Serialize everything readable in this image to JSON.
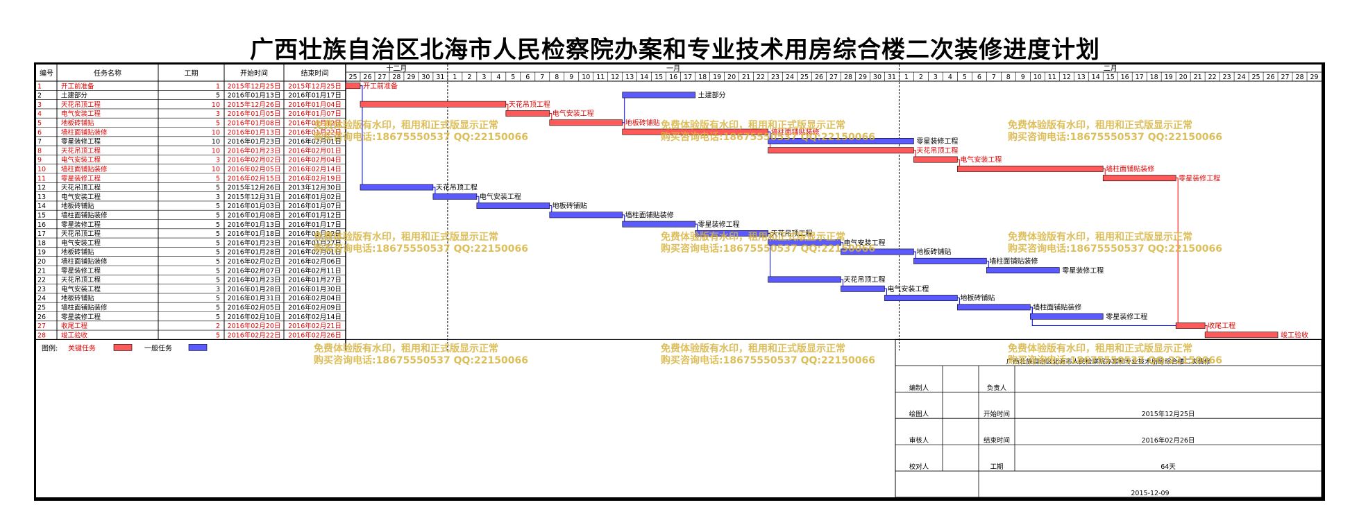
{
  "title": "广西壮族自治区北海市人民检察院办案和专业技术用房综合楼二次装修进度计划",
  "colors": {
    "critical": "#ff5a5a",
    "normal": "#5a5aff",
    "critical_text": "#e00000",
    "link_critical": "#ff0000",
    "link_normal": "#0000ff"
  },
  "headers": {
    "id": "编号",
    "name": "任务名称",
    "duration": "工期",
    "start": "开始时间",
    "end": "结束时间"
  },
  "months": [
    {
      "label": "十二月",
      "days": [
        "25",
        "26",
        "27",
        "28",
        "29",
        "30",
        "31"
      ]
    },
    {
      "label": "一月",
      "days": [
        "1",
        "2",
        "3",
        "4",
        "5",
        "6",
        "7",
        "8",
        "9",
        "10",
        "11",
        "12",
        "13",
        "14",
        "15",
        "16",
        "17",
        "18",
        "19",
        "20",
        "21",
        "22",
        "23",
        "24",
        "25",
        "26",
        "27",
        "28",
        "29",
        "30",
        "31"
      ]
    },
    {
      "label": "二月",
      "days": [
        "1",
        "2",
        "3",
        "4",
        "5",
        "6",
        "7",
        "8",
        "9",
        "10",
        "11",
        "12",
        "13",
        "14",
        "15",
        "16",
        "17",
        "18",
        "19",
        "20",
        "21",
        "22",
        "23",
        "24",
        "25",
        "26",
        "27",
        "28",
        "29"
      ]
    }
  ],
  "chart_data": {
    "type": "gantt",
    "timeline_start": "2015-12-25",
    "timeline_end": "2016-02-29",
    "tasks": [
      {
        "id": "1",
        "name": "开工前准备",
        "duration": "1",
        "start": "2015年12月25日",
        "end": "2015年12月25日",
        "critical": true,
        "bar_start": "2015-12-25",
        "bar_end": "2015-12-25",
        "bar_label": "开工前准备"
      },
      {
        "id": "2",
        "name": "土建部分",
        "duration": "5",
        "start": "2016年01月13日",
        "end": "2016年01月17日",
        "critical": false,
        "bar_start": "2016-01-13",
        "bar_end": "2016-01-17",
        "bar_label": "土建部分"
      },
      {
        "id": "3",
        "name": "天花吊顶工程",
        "duration": "10",
        "start": "2015年12月26日",
        "end": "2016年01月04日",
        "critical": true,
        "bar_start": "2015-12-26",
        "bar_end": "2016-01-04",
        "bar_label": "天花吊顶工程"
      },
      {
        "id": "4",
        "name": "电气安装工程",
        "duration": "3",
        "start": "2016年01月05日",
        "end": "2016年01月07日",
        "critical": true,
        "bar_start": "2016-01-05",
        "bar_end": "2016-01-07",
        "bar_label": "电气安装工程"
      },
      {
        "id": "5",
        "name": "地板砖铺贴",
        "duration": "5",
        "start": "2016年01月08日",
        "end": "2016年01月12日",
        "critical": true,
        "bar_start": "2016-01-08",
        "bar_end": "2016-01-12",
        "bar_label": "地板砖铺贴"
      },
      {
        "id": "6",
        "name": "墙柱面铺贴装修",
        "duration": "10",
        "start": "2016年01月13日",
        "end": "2016年01月22日",
        "critical": true,
        "bar_start": "2016-01-13",
        "bar_end": "2016-01-22",
        "bar_label": "墙柱面铺贴装修"
      },
      {
        "id": "7",
        "name": "零星装修工程",
        "duration": "10",
        "start": "2016年01月23日",
        "end": "2016年02月01日",
        "critical": false,
        "bar_start": "2016-01-23",
        "bar_end": "2016-02-01",
        "bar_label": "零星装修工程"
      },
      {
        "id": "8",
        "name": "天花吊顶工程",
        "duration": "10",
        "start": "2016年01月23日",
        "end": "2016年02月01日",
        "critical": true,
        "bar_start": "2016-01-23",
        "bar_end": "2016-02-01",
        "bar_label": "天花吊顶工程"
      },
      {
        "id": "9",
        "name": "电气安装工程",
        "duration": "3",
        "start": "2016年02月02日",
        "end": "2016年02月04日",
        "critical": true,
        "bar_start": "2016-02-02",
        "bar_end": "2016-02-04",
        "bar_label": "电气安装工程"
      },
      {
        "id": "10",
        "name": "墙柱面铺贴装修",
        "duration": "10",
        "start": "2016年02月05日",
        "end": "2016年02月14日",
        "critical": true,
        "bar_start": "2016-02-05",
        "bar_end": "2016-02-14",
        "bar_label": "墙柱面铺贴装修"
      },
      {
        "id": "11",
        "name": "零星装修工程",
        "duration": "5",
        "start": "2016年02月15日",
        "end": "2016年02月19日",
        "critical": true,
        "bar_start": "2016-02-15",
        "bar_end": "2016-02-19",
        "bar_label": "零星装修工程"
      },
      {
        "id": "12",
        "name": "天花吊顶工程",
        "duration": "5",
        "start": "2015年12月26日",
        "end": "2013年12月30日",
        "critical": false,
        "bar_start": "2015-12-26",
        "bar_end": "2015-12-30",
        "bar_label": "天花吊顶工程"
      },
      {
        "id": "13",
        "name": "电气安装工程",
        "duration": "3",
        "start": "2015年12月31日",
        "end": "2016年01月02日",
        "critical": false,
        "bar_start": "2015-12-31",
        "bar_end": "2016-01-02",
        "bar_label": "电气安装工程"
      },
      {
        "id": "14",
        "name": "地板砖铺贴",
        "duration": "5",
        "start": "2016年01月03日",
        "end": "2016年01月07日",
        "critical": false,
        "bar_start": "2016-01-03",
        "bar_end": "2016-01-07",
        "bar_label": "地板砖铺贴"
      },
      {
        "id": "15",
        "name": "墙柱面铺贴装修",
        "duration": "5",
        "start": "2016年01月08日",
        "end": "2016年01月12日",
        "critical": false,
        "bar_start": "2016-01-08",
        "bar_end": "2016-01-12",
        "bar_label": "墙柱面铺贴装修"
      },
      {
        "id": "16",
        "name": "零星装修工程",
        "duration": "5",
        "start": "2016年01月13日",
        "end": "2016年01月17日",
        "critical": false,
        "bar_start": "2016-01-13",
        "bar_end": "2016-01-17",
        "bar_label": "零星装修工程"
      },
      {
        "id": "17",
        "name": "天花吊顶工程",
        "duration": "5",
        "start": "2016年01月18日",
        "end": "2016年01月22日",
        "critical": false,
        "bar_start": "2016-01-18",
        "bar_end": "2016-01-22",
        "bar_label": "天花吊顶工程"
      },
      {
        "id": "18",
        "name": "电气安装工程",
        "duration": "5",
        "start": "2016年01月23日",
        "end": "2016年01月27日",
        "critical": false,
        "bar_start": "2016-01-23",
        "bar_end": "2016-01-27",
        "bar_label": "电气安装工程"
      },
      {
        "id": "19",
        "name": "地板砖铺贴",
        "duration": "5",
        "start": "2016年01月28日",
        "end": "2016年02月01日",
        "critical": false,
        "bar_start": "2016-01-28",
        "bar_end": "2016-02-01",
        "bar_label": "地板砖铺贴"
      },
      {
        "id": "20",
        "name": "墙柱面铺贴装修",
        "duration": "5",
        "start": "2016年02月02日",
        "end": "2016年02月06日",
        "critical": false,
        "bar_start": "2016-02-02",
        "bar_end": "2016-02-06",
        "bar_label": "墙柱面铺贴装修"
      },
      {
        "id": "21",
        "name": "零星装修工程",
        "duration": "5",
        "start": "2016年02月07日",
        "end": "2016年02月11日",
        "critical": false,
        "bar_start": "2016-02-07",
        "bar_end": "2016-02-11",
        "bar_label": "零星装修工程"
      },
      {
        "id": "22",
        "name": "天花吊顶工程",
        "duration": "5",
        "start": "2016年01月23日",
        "end": "2016年01月27日",
        "critical": false,
        "bar_start": "2016-01-23",
        "bar_end": "2016-01-27",
        "bar_label": "天花吊顶工程"
      },
      {
        "id": "23",
        "name": "电气安装工程",
        "duration": "3",
        "start": "2016年01月28日",
        "end": "2016年01月30日",
        "critical": false,
        "bar_start": "2016-01-28",
        "bar_end": "2016-01-30",
        "bar_label": "电气安装工程"
      },
      {
        "id": "24",
        "name": "地板砖铺贴",
        "duration": "5",
        "start": "2016年01月31日",
        "end": "2016年02月04日",
        "critical": false,
        "bar_start": "2016-01-31",
        "bar_end": "2016-02-04",
        "bar_label": "地板砖铺贴"
      },
      {
        "id": "25",
        "name": "墙柱面铺贴装修",
        "duration": "5",
        "start": "2016年02月05日",
        "end": "2016年02月09日",
        "critical": false,
        "bar_start": "2016-02-05",
        "bar_end": "2016-02-09",
        "bar_label": "墙柱面铺贴装修"
      },
      {
        "id": "26",
        "name": "零星装修工程",
        "duration": "5",
        "start": "2016年02月10日",
        "end": "2016年02月14日",
        "critical": false,
        "bar_start": "2016-02-10",
        "bar_end": "2016-02-14",
        "bar_label": "零星装修工程"
      },
      {
        "id": "27",
        "name": "收尾工程",
        "duration": "2",
        "start": "2016年02月20日",
        "end": "2016年02月21日",
        "critical": true,
        "bar_start": "2016-02-20",
        "bar_end": "2016-02-21",
        "bar_label": "收尾工程"
      },
      {
        "id": "28",
        "name": "竣工验收",
        "duration": "5",
        "start": "2016年02月22日",
        "end": "2016年02月26日",
        "critical": true,
        "bar_start": "2016-02-22",
        "bar_end": "2016-02-26",
        "bar_label": "竣工验收"
      }
    ],
    "links": [
      [
        1,
        3
      ],
      [
        1,
        12
      ],
      [
        3,
        4
      ],
      [
        4,
        5
      ],
      [
        5,
        6
      ],
      [
        5,
        2
      ],
      [
        6,
        8
      ],
      [
        6,
        7
      ],
      [
        8,
        9
      ],
      [
        9,
        10
      ],
      [
        10,
        11
      ],
      [
        11,
        27
      ],
      [
        27,
        28
      ],
      [
        12,
        13
      ],
      [
        13,
        14
      ],
      [
        14,
        15
      ],
      [
        15,
        16
      ],
      [
        16,
        17
      ],
      [
        17,
        18
      ],
      [
        18,
        19
      ],
      [
        19,
        20
      ],
      [
        20,
        21
      ],
      [
        17,
        22
      ],
      [
        22,
        23
      ],
      [
        23,
        24
      ],
      [
        24,
        25
      ],
      [
        25,
        26
      ],
      [
        25,
        27
      ]
    ]
  },
  "legend": {
    "label": "图例:",
    "critical": "关键任务",
    "normal": "一般任务"
  },
  "info": {
    "project_name": "广西壮族自治区北海市人民检察院办案和专业技术用房综合楼二次装修",
    "labels": {
      "compiler": "编制人",
      "owner": "负责人",
      "drawer": "绘图人",
      "start": "开始时间",
      "reviewer": "审核人",
      "end": "结束时间",
      "checker": "校对人",
      "duration": "工期"
    },
    "values": {
      "start": "2015年12月25日",
      "end": "2016年02月26日",
      "duration": "64天",
      "date": "2015-12-09"
    }
  },
  "watermark": {
    "line1": "免费体验版有水印，租用和正式版显示正常",
    "line2": "购买咨询电话:18675550537 QQ:22150066"
  }
}
